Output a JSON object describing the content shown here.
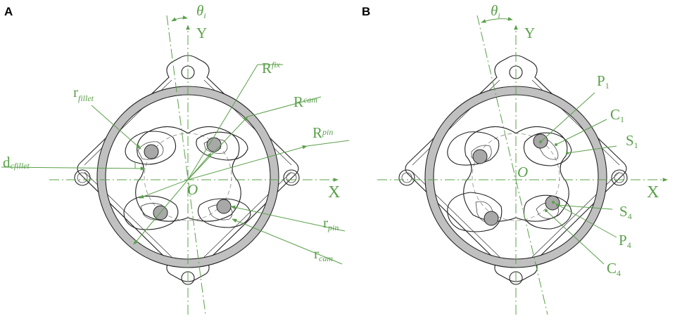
{
  "panels": [
    {
      "letter": "A",
      "axes": {
        "x": "X",
        "y": "Y",
        "origin": "O"
      },
      "angle_label": {
        "main": "θ",
        "sub": "i"
      },
      "labels": [
        {
          "main": "R",
          "sub": "fix"
        },
        {
          "main": "R",
          "sub": "cam"
        },
        {
          "main": "R",
          "sub": "pin"
        },
        {
          "main": "r",
          "sub": "fillet"
        },
        {
          "main": "d",
          "sub": "cfillet"
        },
        {
          "main": "r",
          "sub": "pin"
        },
        {
          "main": "r",
          "sub": "cam"
        }
      ]
    },
    {
      "letter": "B",
      "axes": {
        "x": "X",
        "y": "Y",
        "origin": "O"
      },
      "angle_label": {
        "main": "θ",
        "sub": "i"
      },
      "labels": [
        {
          "main": "P",
          "sub": "1"
        },
        {
          "main": "C",
          "sub": "1"
        },
        {
          "main": "S",
          "sub": "1"
        },
        {
          "main": "S",
          "sub": "4"
        },
        {
          "main": "P",
          "sub": "4"
        },
        {
          "main": "C",
          "sub": "4"
        }
      ]
    }
  ],
  "colors": {
    "annotation": "#5aa04a",
    "ring": "#c0c0c0",
    "pin": "#a8a8a8",
    "ink": "#222222"
  }
}
